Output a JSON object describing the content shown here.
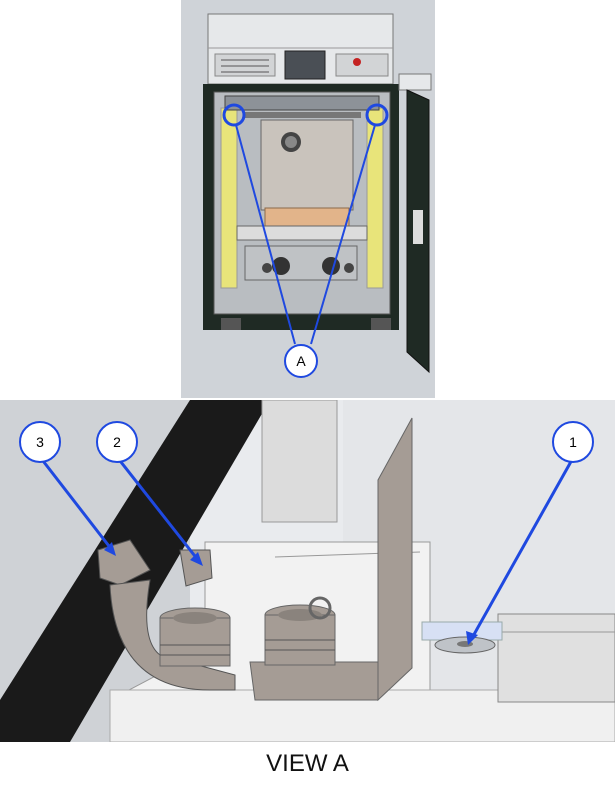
{
  "overview": {
    "callout_a": "A",
    "colors": {
      "frame": "#1f2a24",
      "accent_yellow": "#e8e47a",
      "callout_blue": "#1f49e0"
    }
  },
  "detail": {
    "callouts": [
      {
        "label": "3",
        "target": "nut-on-left-bracket"
      },
      {
        "label": "2",
        "target": "clamp-bolt"
      },
      {
        "label": "1",
        "target": "screw-on-rail"
      }
    ],
    "colors": {
      "part_gray": "#a59c95",
      "belt": "#1a1a1a",
      "background": "#e9ebee"
    }
  },
  "caption": "VIEW A"
}
